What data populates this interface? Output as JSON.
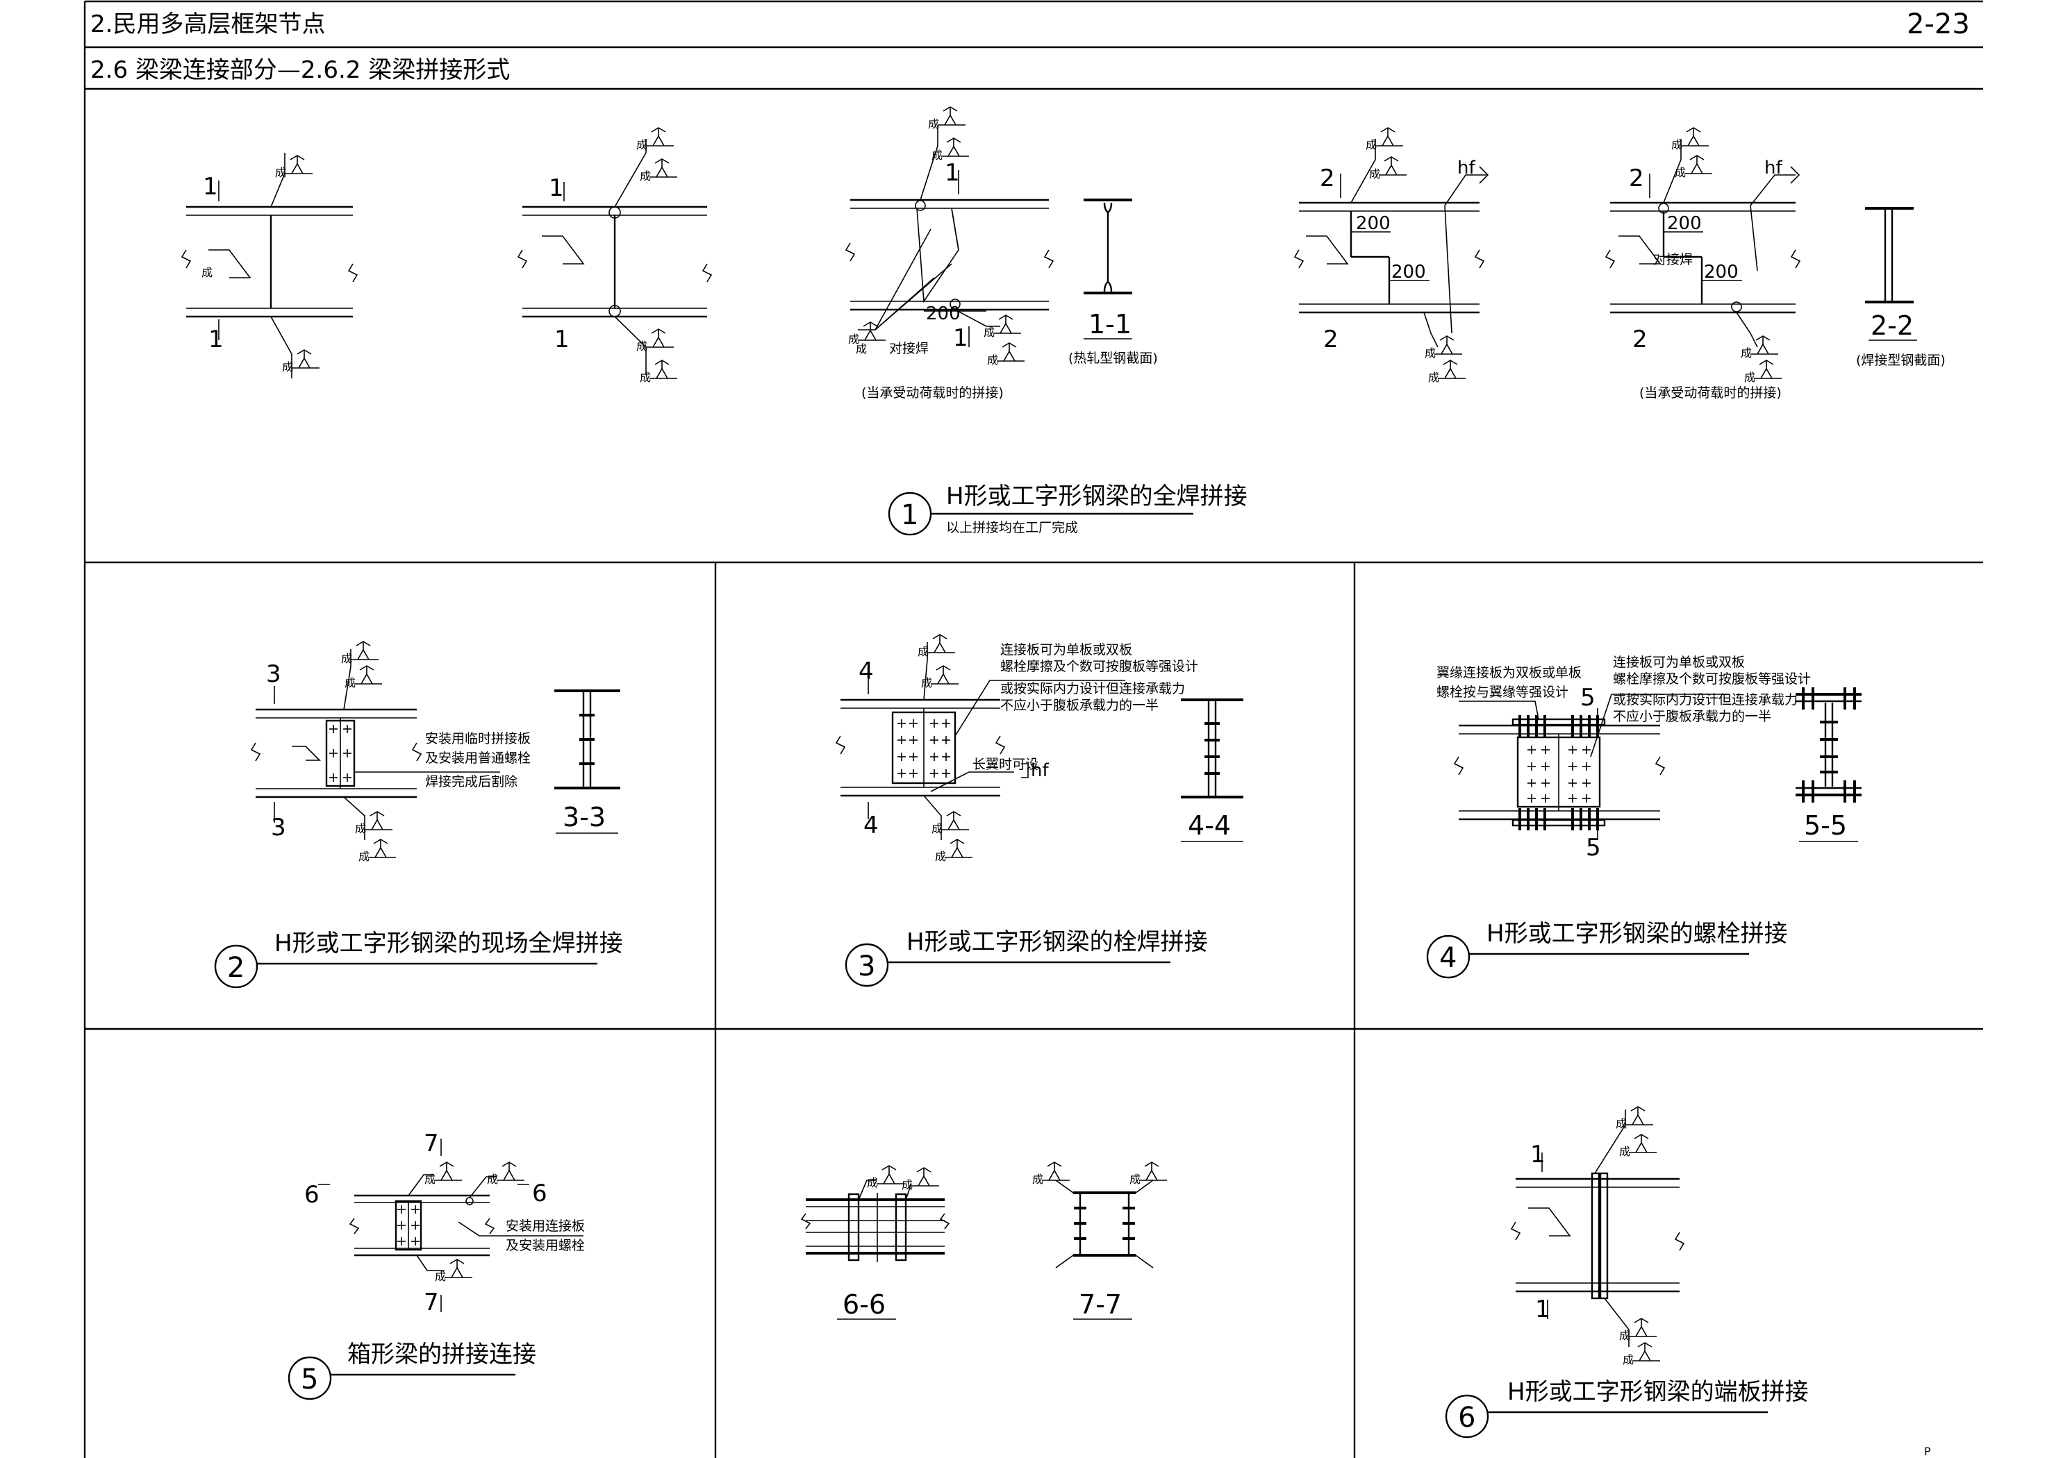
{
  "header": {
    "chapter": "2.民用多高层框架节点",
    "page_no": "2-23",
    "section": "2.6  梁梁连接部分—2.6.2  梁梁拼接形式"
  },
  "weld_mark": "成",
  "panel1": {
    "num": "1",
    "title": "H形或工字形钢梁的全焊拼接",
    "subtitle": "以上拼接均在工厂完成",
    "mark_1": "1",
    "mark_2": "2",
    "dim_200": "200",
    "hf": "hf",
    "butt_weld": "对接焊",
    "note_dynamic": "(当承受动荷载时的拼接)",
    "sec_1_1": "1-1",
    "sec_1_1_note": "(热轧型钢截面)",
    "sec_2_2": "2-2",
    "sec_2_2_note": "(焊接型钢截面)"
  },
  "panel2": {
    "num": "2",
    "title": "H形或工字形钢梁的现场全焊拼接",
    "mark": "3",
    "sec": "3-3",
    "notes": [
      "安装用临时拼接板",
      "及安装用普通螺栓",
      "焊接完成后割除"
    ]
  },
  "panel3": {
    "num": "3",
    "title": "H形或工字形钢梁的栓焊拼接",
    "mark": "4",
    "sec": "4-4",
    "notes": [
      "连接板可为单板或双板",
      "螺栓摩擦及个数可按腹板等强设计",
      "或按实际内力设计但连接承载力",
      "不应小于腹板承载力的一半"
    ],
    "long_weld": "长翼时可设",
    "hf": "hf"
  },
  "panel4": {
    "num": "4",
    "title": "H形或工字形钢梁的螺栓拼接",
    "mark": "5",
    "sec": "5-5",
    "notes_left": [
      "翼缘连接板为双板或单板",
      "螺栓按与翼缘等强设计"
    ],
    "notes_right": [
      "连接板可为单板或双板",
      "螺栓摩擦及个数可按腹板等强设计",
      "或按实际内力设计但连接承载力",
      "不应小于腹板承载力的一半"
    ]
  },
  "panel5": {
    "num": "5",
    "title": "箱形梁的拼接连接",
    "mark6": "6",
    "mark7": "7",
    "notes": [
      "安装用连接板",
      "及安装用螺栓"
    ]
  },
  "panel6": {
    "sec6": "6-6",
    "sec7": "7-7"
  },
  "panel7": {
    "num": "6",
    "title": "H形或工字形钢梁的端板拼接",
    "mark": "1"
  },
  "corner": "P"
}
